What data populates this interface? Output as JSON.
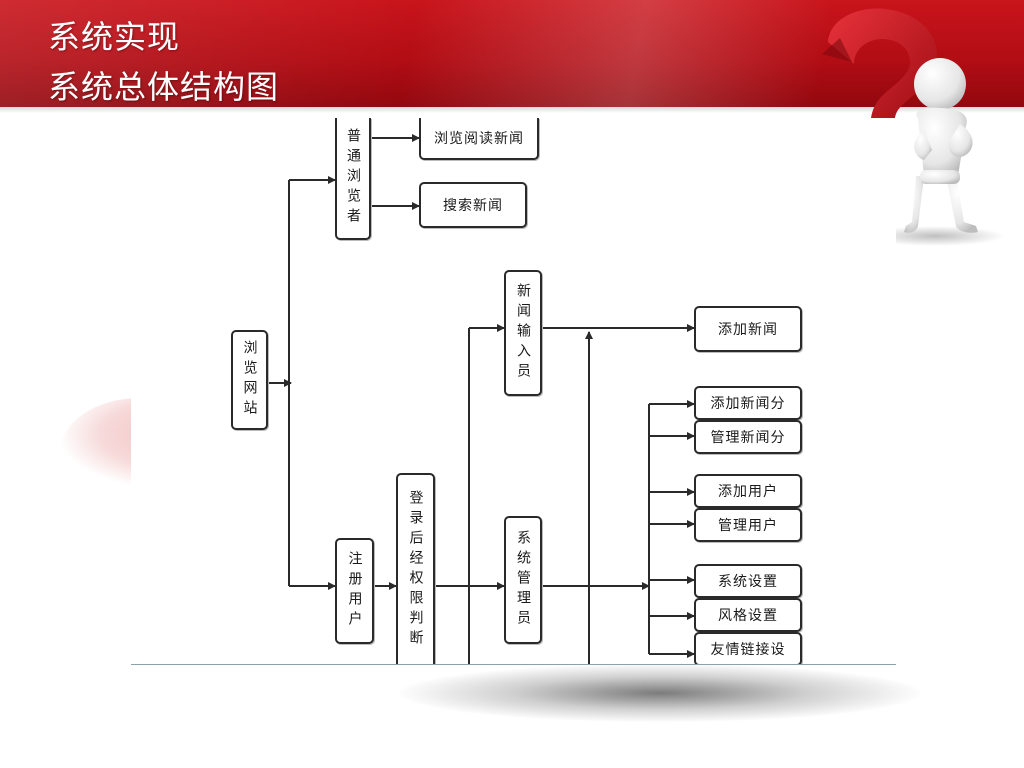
{
  "header": {
    "title_line_1": "系统实现",
    "title_line_2": "系统总体结构图"
  },
  "colors": {
    "header_red": "#b10d14",
    "line_dark": "#2a2a2a",
    "panel_bottom_line": "#8aa3a8"
  },
  "diagram": {
    "nodes": {
      "site": "浏览网站",
      "normal_viewer": "普通浏览者",
      "read_news": "浏览阅读新闻",
      "search_news": "搜索新闻",
      "register_user": "注册用户",
      "permission_check": "登录后经权限判断",
      "news_editor": "新闻输入员",
      "system_admin": "系统管理员",
      "add_news": "添加新闻",
      "add_category": "添加新闻分",
      "manage_category": "管理新闻分",
      "add_user": "添加用户",
      "manage_user": "管理用户",
      "system_settings": "系统设置",
      "style_settings": "风格设置",
      "link_settings": "友情链接设"
    }
  },
  "icons": {
    "figure": "thinking-person-icon",
    "question_mark": "question-mark-icon"
  }
}
